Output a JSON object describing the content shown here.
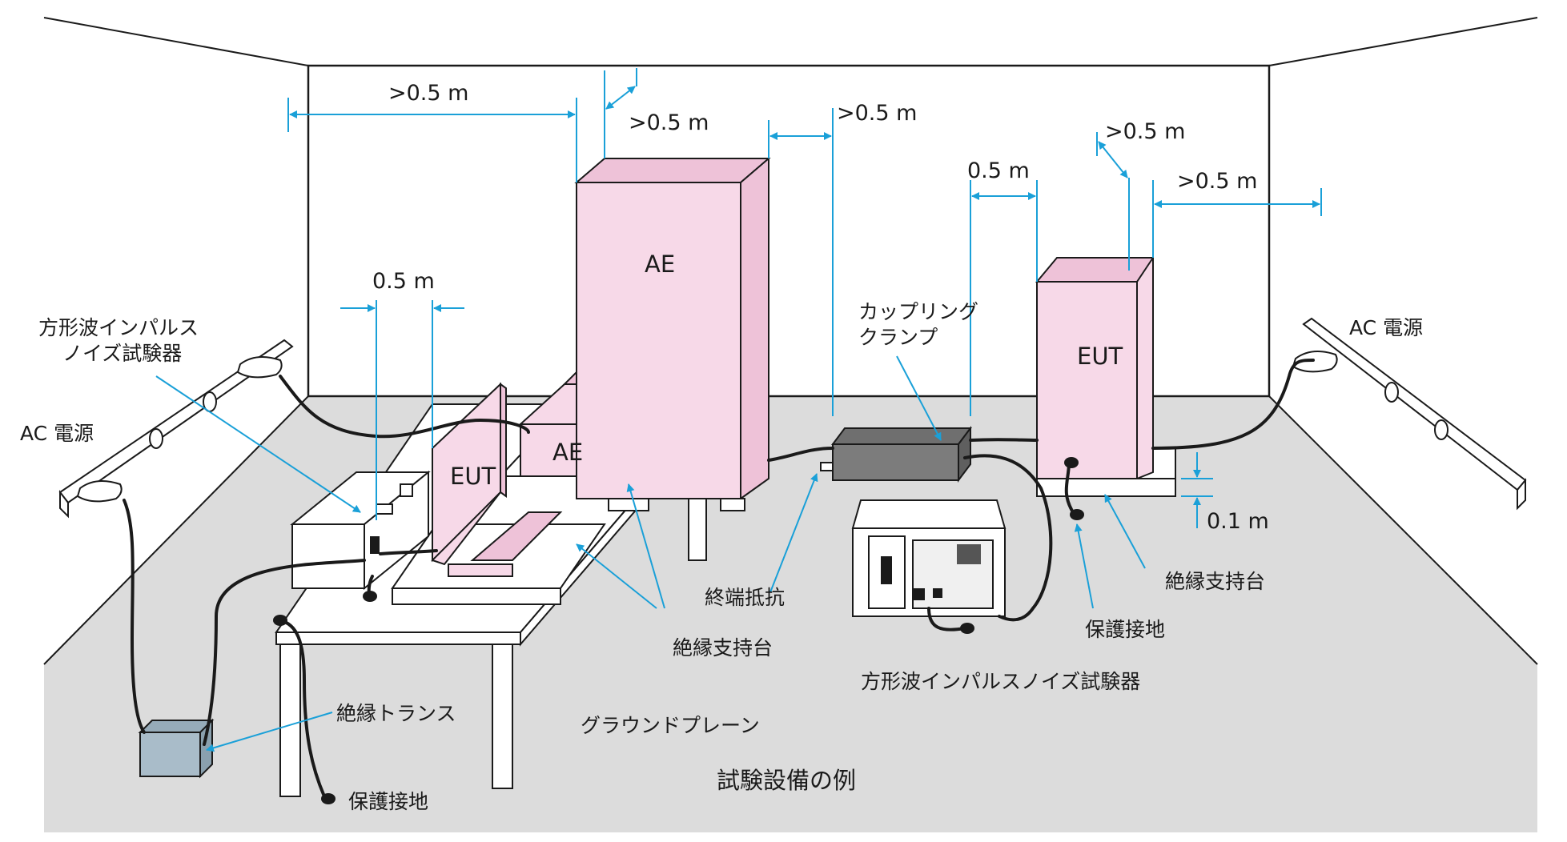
{
  "dimensions": {
    "back_left": ">0.5 m",
    "ae_gap": ">0.5 m",
    "clamp_gap": ">0.5 m",
    "eut_right_top": ">0.5 m",
    "eut_right_side": ">0.5 m",
    "clamp_eut": "0.5 m",
    "table_eut": "0.5 m",
    "height": "0.1 m"
  },
  "labels": {
    "ae_tall": "AE",
    "ae_table": "AE",
    "eut_table": "EUT",
    "eut_floor": "EUT",
    "generator_left": "方形波インパルス\nノイズ試験器",
    "generator_bottom": "方形波インパルスノイズ試験器",
    "coupling_clamp": "カップリング\nクランプ",
    "ac_power_left": "AC 電源",
    "ac_power_right": "AC 電源",
    "termination": "終端抵抗",
    "insulating_support_table": "絶縁支持台",
    "insulating_support_floor": "絶縁支持台",
    "protective_ground_left": "保護接地",
    "protective_ground_right": "保護接地",
    "isolation_transformer": "絶縁トランス",
    "ground_plane": "グラウンドプレーン",
    "caption": "試験設備の例"
  },
  "colors": {
    "pink": "#f7d9e8",
    "floor": "#dcdcdc",
    "leader": "#1aa0d8",
    "clamp": "#7c7c7c",
    "transformer": "#a9bcc9"
  }
}
